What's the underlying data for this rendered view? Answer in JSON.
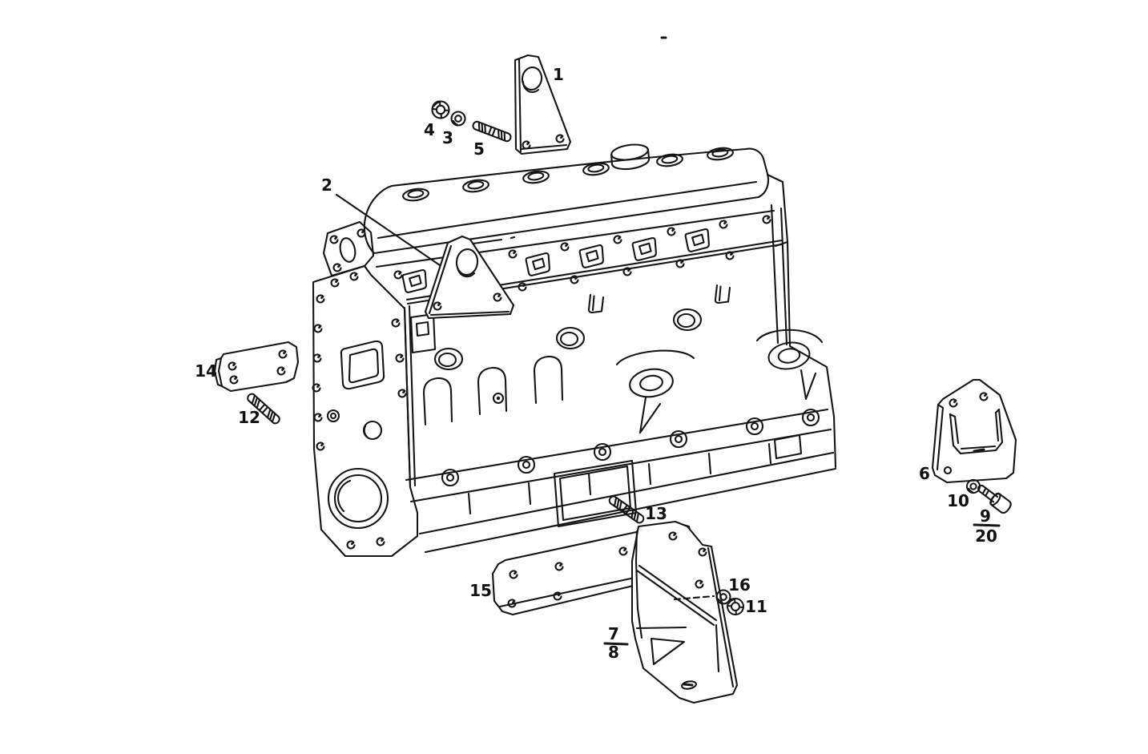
{
  "figure": {
    "type": "exploded-parts-line-diagram",
    "subject": "engine-block-with-mounting-and-lifting-brackets",
    "background_color": "#ffffff",
    "line_color": "#151515"
  },
  "callouts": {
    "c1": {
      "label": "1"
    },
    "c2": {
      "label": "2"
    },
    "c3": {
      "label": "3"
    },
    "c4": {
      "label": "4"
    },
    "c5": {
      "label": "5"
    },
    "c6": {
      "label": "6"
    },
    "c7": {
      "label": "7"
    },
    "c8": {
      "label": "8"
    },
    "c9": {
      "label": "9"
    },
    "c10": {
      "label": "10"
    },
    "c11": {
      "label": "11"
    },
    "c12": {
      "label": "12"
    },
    "c13": {
      "label": "13"
    },
    "c14": {
      "label": "14"
    },
    "c15": {
      "label": "15"
    },
    "c16": {
      "label": "16"
    },
    "c20": {
      "label": "20"
    }
  }
}
